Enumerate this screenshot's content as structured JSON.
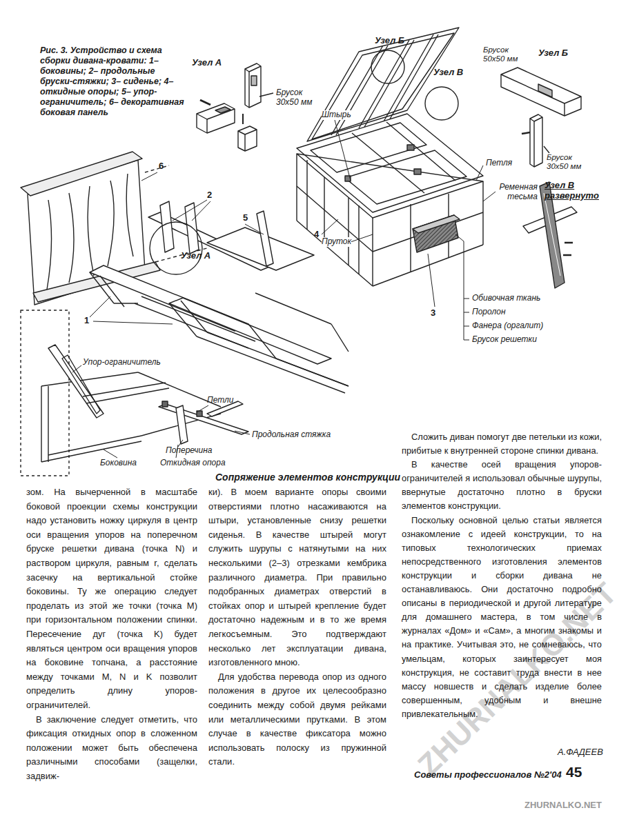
{
  "diagram": {
    "caption": "Рис. 3. Устройство и схема сборки дивана-кровати: 1– боковины; 2– продольные бруски-стяжки; 3– сиденье; 4– откидные опоры; 5– упор-ограничитель; 6– декоративная боковая панель",
    "labels": [
      "Узел А",
      "Брусок 30x50 мм",
      "Узел Б",
      "Узел В",
      "Брусок 50x50 мм",
      "Узел Б",
      "Штырь",
      "Брусок 30x50 мм",
      "Петля",
      "Ременная тесьма",
      "Узел В развернуто",
      "6",
      "2",
      "5",
      "Узел А",
      "4",
      "Пруток",
      "3",
      "1",
      "Обивочная ткань",
      "Поролон",
      "Фанера (оргалит)",
      "Брусок решетки",
      "Упор-ограничитель",
      "Петли",
      "Продольная стяжка",
      "Поперечина",
      "Боковина",
      "Откидная опора",
      "Сопряжение элементов конструкции",
      "зом. На вычерченной в масштабе боковой проекции схемы конструкции надо установить ножку циркуля в центр оси вращения упоров на поперечном бруске решетки дивана (точка N) и раствором циркуля, равным r, сделать засечку на вертикальной стойке боковины. Ту же операцию следует проделать из этой же точки (точка M) при горизонтальном положении спинки. Пересечение дуг (точка K) будет являться центром оси вращения упоров на боковине топчана, а расстояние между точками M, N и K позволит определить длину упоров-ограничителей.",
      "В заключение следует отметить, что фиксация откидных опор в сложенном положении может быть обеспечена различными способами (защелки, задвиж-",
      "ки). В моем варианте опоры своими отверстиями плотно насаживаются на штыри, установленные снизу решетки сиденья. В качестве штырей могут служить шурупы с натянутыми на них несколькими (2–3) отрезками кембрика различного диаметра. При правильно подобранных диаметрах отверстий в стойках опор и штырей крепление будет достаточно надежным и в то же время легкосъемным. Это подтверждают несколько лет эксплуатации дивана, изготовленного мною.",
      "Для удобства перевода опор из одного положения в другое их целесообразно соединить между собой двумя рейками или металлическими прутками. В этом случае в качестве фиксатора можно использовать полоску из пружинной стали.",
      "Сложить диван помогут две петельки из кожи, прибитые к внутренней стороне спинки дивана.",
      "В качестве осей вращения упоров-ограничителей я использовал обычные шурупы, ввернутые достаточно плотно в бруски элементов конструкции.",
      "Поскольку основной целью статьи является ознакомление с идеей конструкции, то на типовых технологических приемах непосредственного изготовления элементов конструкции и сборки дивана не останавливаюсь. Они достаточно подробно описаны в периодической и другой литературе для домашнего мастера, в том числе в журналах «Дом» и «Сам», а многим знакомы и на практике. Учитывая это, не сомневаюсь, что умельцам, которых заинтересует моя конструкция, не составит труда внести в нее массу новшеств и сделать изделие более совершенным, удобным и внешне привлекательным.",
      "А.ФАДЕЕВ",
      "Советы профессионалов №2'04",
      "45",
      "ZHURNALKO.NET",
      "ZHURNALKO.NET"
    ]
  }
}
